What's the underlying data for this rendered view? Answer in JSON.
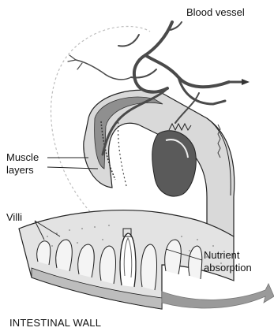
{
  "labels": {
    "blood_vessel": "Blood vessel",
    "muscle_layers": "Muscle layers",
    "villi": "Villi",
    "nutrient_absorption": "Nutrient absorption",
    "title": "INTESTINAL WALL"
  },
  "colors": {
    "vessel": "#4a4a4a",
    "muscle_band": "#8f8f8f",
    "tissue": "#cfcfcf",
    "flow_arrow": "#9a9a9a",
    "outline": "#222222"
  }
}
